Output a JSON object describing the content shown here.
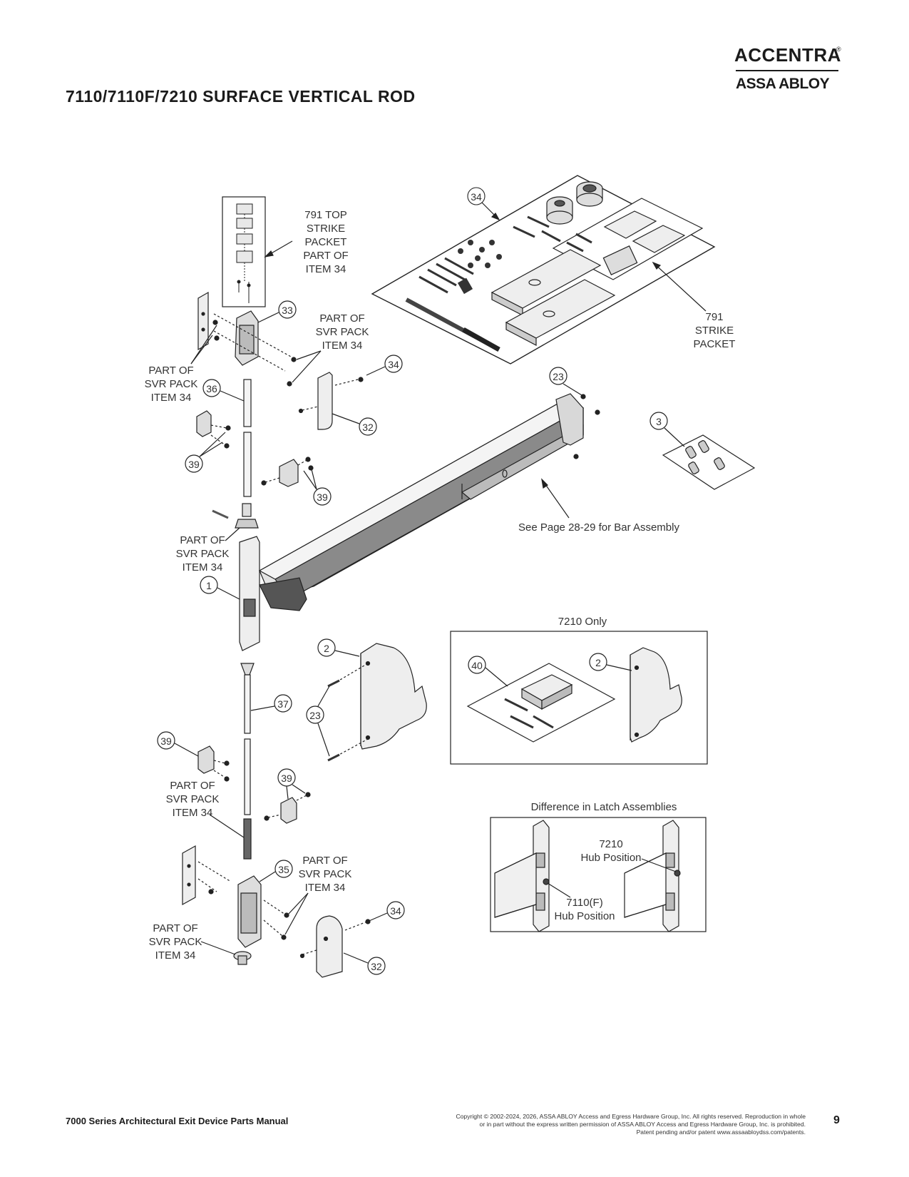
{
  "header": {
    "title": "7110/7110F/7210 SURFACE VERTICAL ROD",
    "logo_top": "ACCENTRA",
    "logo_bottom": "ASSA ABLOY"
  },
  "callouts": {
    "top_strike_packet": [
      "791 TOP",
      "STRIKE",
      "PACKET",
      "PART OF",
      "ITEM 34"
    ],
    "strike_packet": [
      "791",
      "STRIKE",
      "PACKET"
    ],
    "part_of_svr_pack_item_34": [
      "PART OF",
      "SVR PACK",
      "ITEM 34"
    ],
    "bar_assembly_note": "See Page 28-29 for Bar Assembly",
    "hub_7210": [
      "7210",
      "Hub Position"
    ],
    "hub_7110": [
      "7110(F)",
      "Hub Position"
    ]
  },
  "insets": {
    "only_7210_title": "7210 Only",
    "latch_diff_title": "Difference in Latch Assemblies"
  },
  "item_numbers": {
    "n1": "1",
    "n2": "2",
    "n3": "3",
    "n23": "23",
    "n32": "32",
    "n33": "33",
    "n34": "34",
    "n35": "35",
    "n36": "36",
    "n37": "37",
    "n39": "39",
    "n40": "40"
  },
  "footer": {
    "manual_title": "7000 Series Architectural Exit Device Parts Manual",
    "copyright_line1": "Copyright © 2002-2024, 2026, ASSA ABLOY Access and Egress Hardware Group, Inc. All rights reserved. Reproduction in whole",
    "copyright_line2": "or in part without the express written permission of ASSA ABLOY Access and Egress Hardware Group, Inc. is prohibited.",
    "copyright_line3": "Patent pending and/or patent www.assaabloydss.com/patents.",
    "page_number": "9"
  }
}
